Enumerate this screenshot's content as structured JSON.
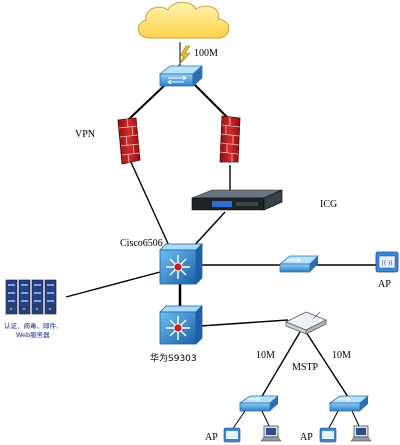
{
  "labels": {
    "internet_speed": "100M",
    "vpn": "VPN",
    "icg": "ICG",
    "core_switch": "Cisco6506",
    "huawei_switch": "华为S9303",
    "mstp": "MSTP",
    "link_left": "10M",
    "link_right": "10M",
    "ap_right": "AP",
    "ap_left_bottom": "AP",
    "ap_right_bottom": "AP",
    "servers_line1": "认证、病毒、邮件、",
    "servers_line2": "Web服务器"
  }
}
